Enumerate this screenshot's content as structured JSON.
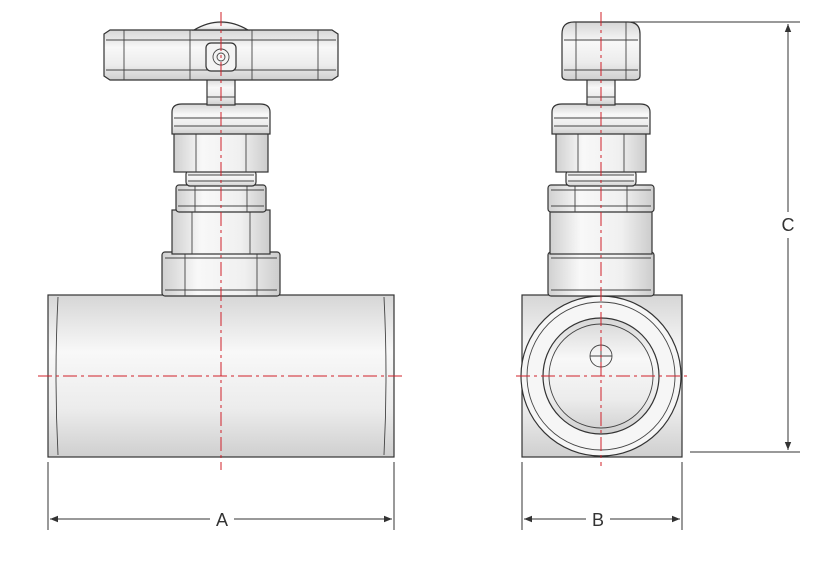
{
  "drawing": {
    "dimensions": {
      "a": "A",
      "b": "B",
      "c": "C"
    },
    "colors": {
      "outline": "#333333",
      "centerline": "#d0202a",
      "fill_light": "#f7f7f7",
      "fill_shade": "#d9d9d9"
    }
  }
}
